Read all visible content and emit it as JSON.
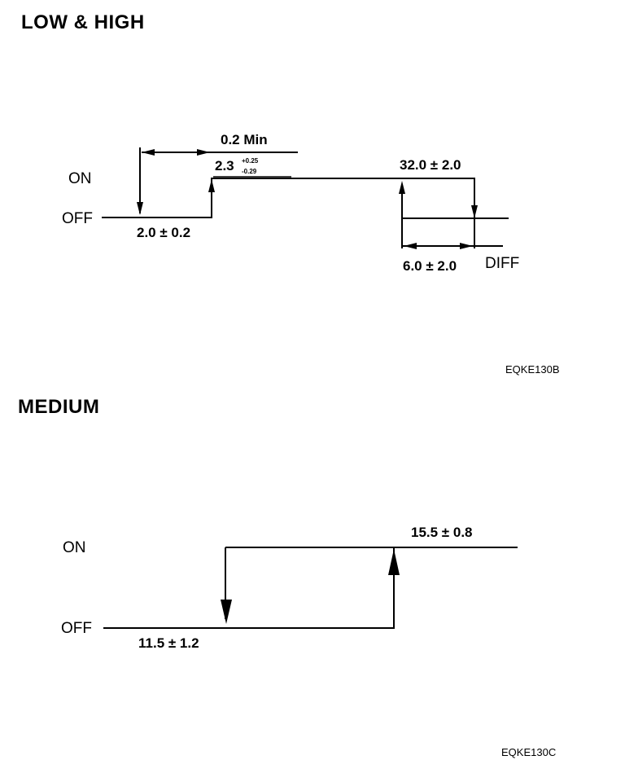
{
  "low_high": {
    "title": "LOW & HIGH",
    "on_label": "ON",
    "off_label": "OFF",
    "min_time": "0.2 Min",
    "on_threshold_base": "2.3",
    "on_threshold_tol_upper": "+0.25",
    "on_threshold_tol_lower": "-0.29",
    "off_threshold": "2.0 ± 0.2",
    "cut_out_threshold": "32.0 ± 2.0",
    "diff_value": "6.0 ± 2.0",
    "diff_label": "DIFF",
    "figure_code": "EQKE130B"
  },
  "medium": {
    "title": "MEDIUM",
    "on_label": "ON",
    "off_label": "OFF",
    "on_threshold": "15.5 ± 0.8",
    "off_threshold": "11.5 ± 1.2",
    "figure_code": "EQKE130C"
  }
}
